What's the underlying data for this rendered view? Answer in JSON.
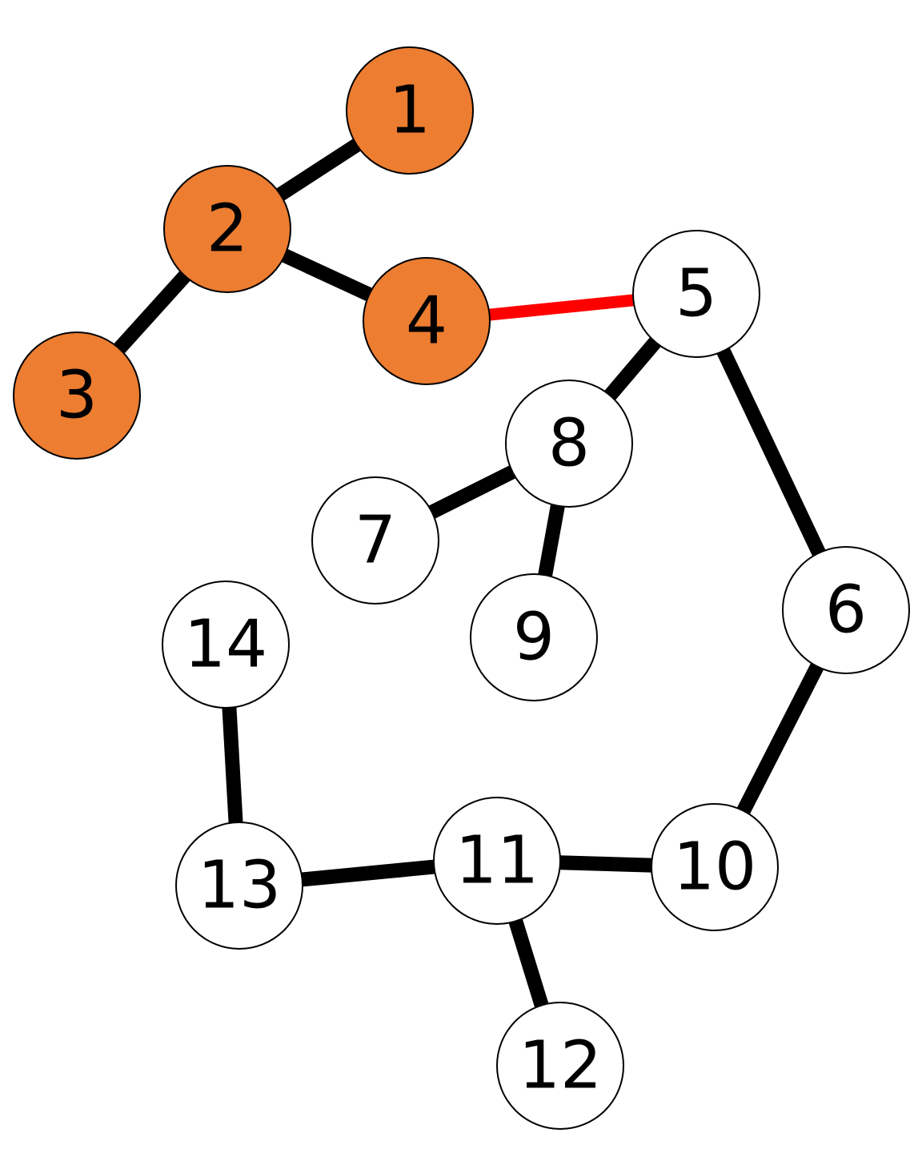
{
  "colors": {
    "highlight_fill": "#ED7D31",
    "default_fill": "#FFFFFF",
    "node_stroke": "#000000",
    "edge": "#000000",
    "highlight_edge": "#FF0000"
  },
  "nodes": [
    {
      "id": "1",
      "label": "1",
      "highlighted": true
    },
    {
      "id": "2",
      "label": "2",
      "highlighted": true
    },
    {
      "id": "3",
      "label": "3",
      "highlighted": true
    },
    {
      "id": "4",
      "label": "4",
      "highlighted": true
    },
    {
      "id": "5",
      "label": "5",
      "highlighted": false
    },
    {
      "id": "6",
      "label": "6",
      "highlighted": false
    },
    {
      "id": "7",
      "label": "7",
      "highlighted": false
    },
    {
      "id": "8",
      "label": "8",
      "highlighted": false
    },
    {
      "id": "9",
      "label": "9",
      "highlighted": false
    },
    {
      "id": "10",
      "label": "10",
      "highlighted": false
    },
    {
      "id": "11",
      "label": "11",
      "highlighted": false
    },
    {
      "id": "12",
      "label": "12",
      "highlighted": false
    },
    {
      "id": "13",
      "label": "13",
      "highlighted": false
    },
    {
      "id": "14",
      "label": "14",
      "highlighted": false
    }
  ],
  "edges": [
    {
      "from": "2",
      "to": "1",
      "highlighted": false
    },
    {
      "from": "2",
      "to": "3",
      "highlighted": false
    },
    {
      "from": "2",
      "to": "4",
      "highlighted": false
    },
    {
      "from": "4",
      "to": "5",
      "highlighted": true
    },
    {
      "from": "5",
      "to": "8",
      "highlighted": false
    },
    {
      "from": "5",
      "to": "6",
      "highlighted": false
    },
    {
      "from": "8",
      "to": "7",
      "highlighted": false
    },
    {
      "from": "8",
      "to": "9",
      "highlighted": false
    },
    {
      "from": "6",
      "to": "10",
      "highlighted": false
    },
    {
      "from": "10",
      "to": "11",
      "highlighted": false
    },
    {
      "from": "11",
      "to": "13",
      "highlighted": false
    },
    {
      "from": "11",
      "to": "12",
      "highlighted": false
    },
    {
      "from": "13",
      "to": "14",
      "highlighted": false
    }
  ]
}
